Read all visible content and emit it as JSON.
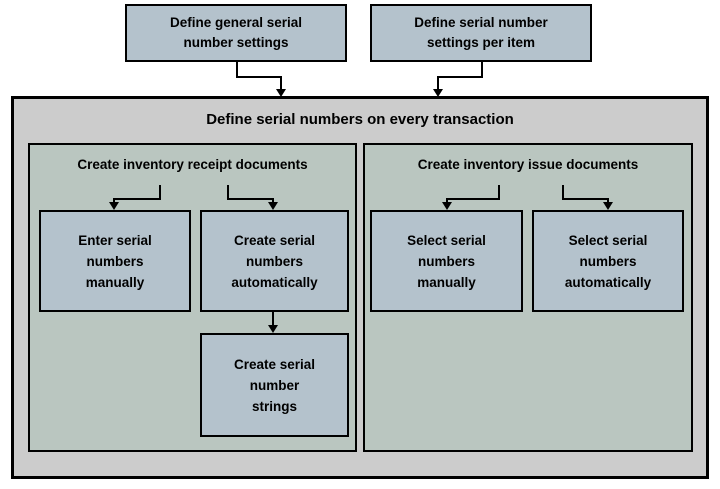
{
  "colors": {
    "page_bg": "#ffffff",
    "node_fill": "#b4c2cc",
    "panel_fill": "#bac6c0",
    "container_fill": "#cccccc",
    "border_color": "#000000"
  },
  "top_nodes": [
    {
      "label": "Define general serial\nnumber settings"
    },
    {
      "label": "Define serial number\nsettings per item"
    }
  ],
  "container": {
    "title": "Define serial numbers on every transaction",
    "panels": [
      {
        "title": "Create inventory receipt documents",
        "nodes": [
          {
            "label": "Enter serial\nnumbers\nmanually"
          },
          {
            "label": "Create serial\nnumbers\nautomatically"
          },
          {
            "label": "Create serial\nnumber\nstrings"
          }
        ]
      },
      {
        "title": "Create inventory issue documents",
        "nodes": [
          {
            "label": "Select serial\nnumbers\nmanually"
          },
          {
            "label": "Select serial\nnumbers\nautomatically"
          }
        ]
      }
    ]
  }
}
